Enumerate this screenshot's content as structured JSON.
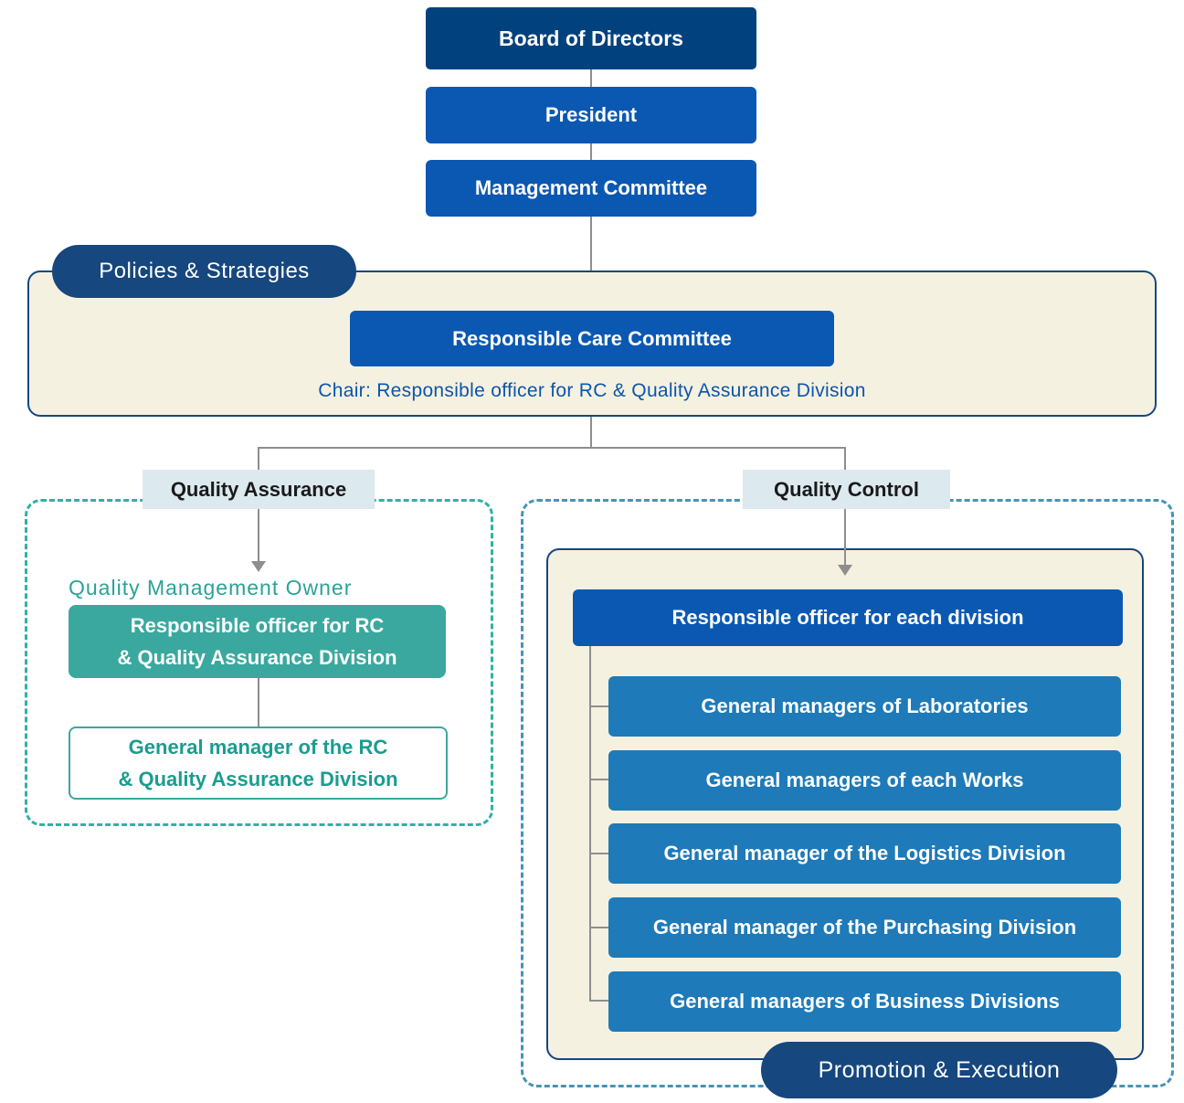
{
  "colors": {
    "box-navy": "#00417e",
    "box-blue": "#0b58b2",
    "box-list": "#1e7ab8",
    "pill": "#16477e",
    "beige": "#f5f1e1",
    "label-bg": "#dce9ee",
    "label-fg": "#1a1a1a",
    "teal-fill": "#3aa89e",
    "teal-fg": "#1b9c90",
    "teal-cap": "#2aa398",
    "teal-dash": "#2fb0a8",
    "blue-dash": "#4793b6",
    "line": "#8e8e8e",
    "chair-fg": "#0b56ab"
  },
  "hierarchy": {
    "board": "Board of Directors",
    "president": "President",
    "management_committee": "Management Committee"
  },
  "policies": {
    "tag": "Policies & Strategies",
    "committee": "Responsible Care Committee",
    "chair_note": "Chair: Responsible officer for RC & Quality Assurance Division"
  },
  "quality_assurance": {
    "label": "Quality Assurance",
    "owner_caption": "Quality Management Owner",
    "officer": "Responsible officer for RC\n& Quality Assurance Division",
    "general_manager": "General manager of the RC\n& Quality Assurance Division"
  },
  "quality_control": {
    "label": "Quality Control",
    "officer": "Responsible officer for each division",
    "members": [
      "General managers of Laboratories",
      "General managers of each Works",
      "General manager of the Logistics Division",
      "General manager of the Purchasing Division",
      "General managers of Business Divisions"
    ],
    "tag": "Promotion & Execution"
  }
}
